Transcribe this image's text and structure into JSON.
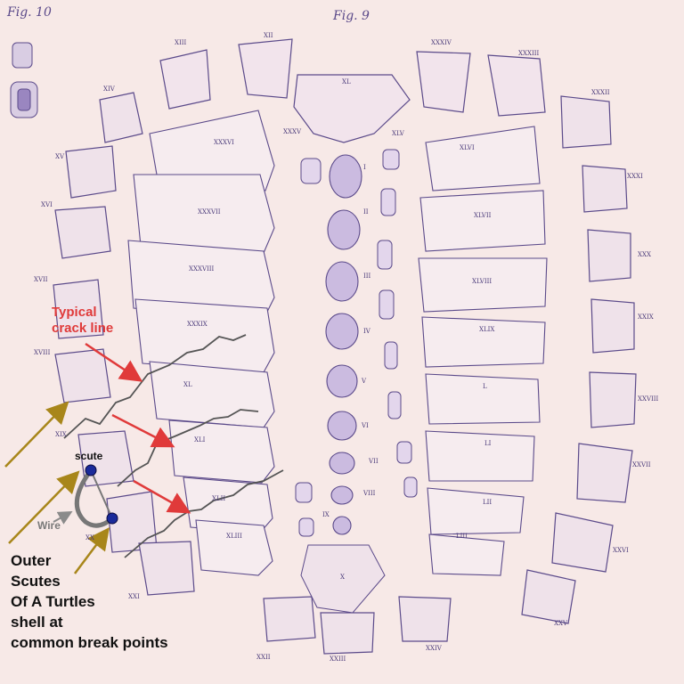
{
  "figures": {
    "fig10": "Fig. 10",
    "fig9": "Fig. 9"
  },
  "colors": {
    "background": "#f7e9e7",
    "ink": "#5b4a8a",
    "crack": "#e03a3a",
    "arrow_gold": "#a8861a",
    "wire": "#7a7a7a",
    "text": "#111111"
  },
  "annotations": {
    "crack_label_line1": "Typical",
    "crack_label_line2": "crack line",
    "scute": "scute",
    "wire": "Wire",
    "caption": [
      "Outer",
      "Scutes",
      "Of A Turtles",
      "shell at",
      "common break points"
    ]
  },
  "numerals": {
    "left_margin": [
      "XIII",
      "XIV",
      "XV",
      "XVI",
      "XVII",
      "XVIII",
      "XIX",
      "XX",
      "XXI",
      "XXII"
    ],
    "top": [
      "XII",
      "XXXIV",
      "XXXIII"
    ],
    "right_margin": [
      "XXXII",
      "XXXI",
      "XXX",
      "XXIX",
      "XXVIII",
      "XXVII",
      "XXVI",
      "XXV",
      "XXIV"
    ],
    "bottom": [
      "XXIII"
    ],
    "left_ribs": [
      "XXXVI",
      "XXXVII",
      "XXXVIII",
      "XXXIX",
      "XL",
      "XLI",
      "XLII",
      "XLIII"
    ],
    "right_ribs": [
      "XLVI",
      "XLVII",
      "XLVIII",
      "XLIX",
      "L",
      "LI",
      "LII",
      "LIII"
    ],
    "center": [
      "XL",
      "XLV",
      "XXXV",
      "X"
    ],
    "vertebrae": [
      "I",
      "II",
      "III",
      "IV",
      "V",
      "VI",
      "VII",
      "VIII",
      "IX"
    ]
  }
}
